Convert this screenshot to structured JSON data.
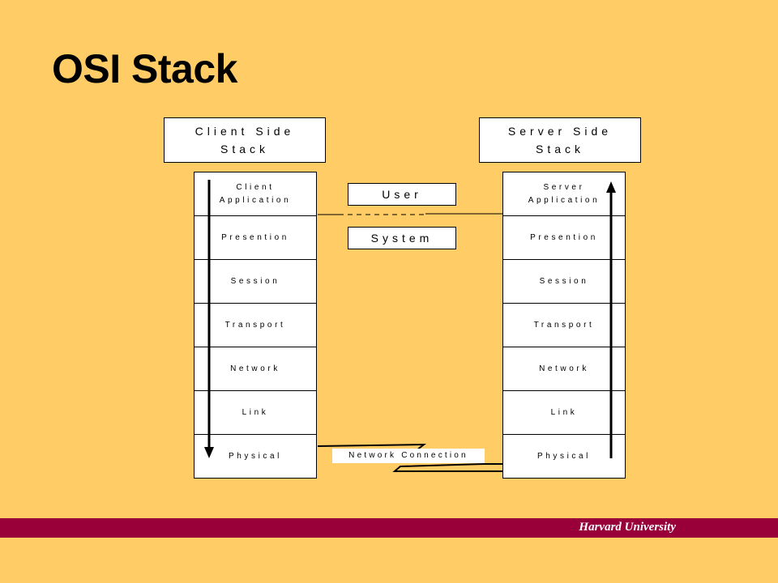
{
  "slide": {
    "title": "OSI Stack",
    "footer": "Harvard University"
  },
  "client": {
    "header_line1": "Client Side",
    "header_line2": "Stack",
    "layers": [
      {
        "line1": "Client",
        "line2": "Application"
      },
      {
        "line1": "Presention",
        "line2": ""
      },
      {
        "line1": "Session",
        "line2": ""
      },
      {
        "line1": "Transport",
        "line2": ""
      },
      {
        "line1": "Network",
        "line2": ""
      },
      {
        "line1": "Link",
        "line2": ""
      },
      {
        "line1": "Physical",
        "line2": ""
      }
    ]
  },
  "server": {
    "header_line1": "Server Side",
    "header_line2": "Stack",
    "layers": [
      {
        "line1": "Server",
        "line2": "Application"
      },
      {
        "line1": "Presention",
        "line2": ""
      },
      {
        "line1": "Session",
        "line2": ""
      },
      {
        "line1": "Transport",
        "line2": ""
      },
      {
        "line1": "Network",
        "line2": ""
      },
      {
        "line1": "Link",
        "line2": ""
      },
      {
        "line1": "Physical",
        "line2": ""
      }
    ]
  },
  "middle": {
    "user_label": "User",
    "system_label": "System",
    "network_connection_label": "Network Connection"
  },
  "colors": {
    "background": "#ffcc66",
    "footer_bar": "#99003a"
  }
}
